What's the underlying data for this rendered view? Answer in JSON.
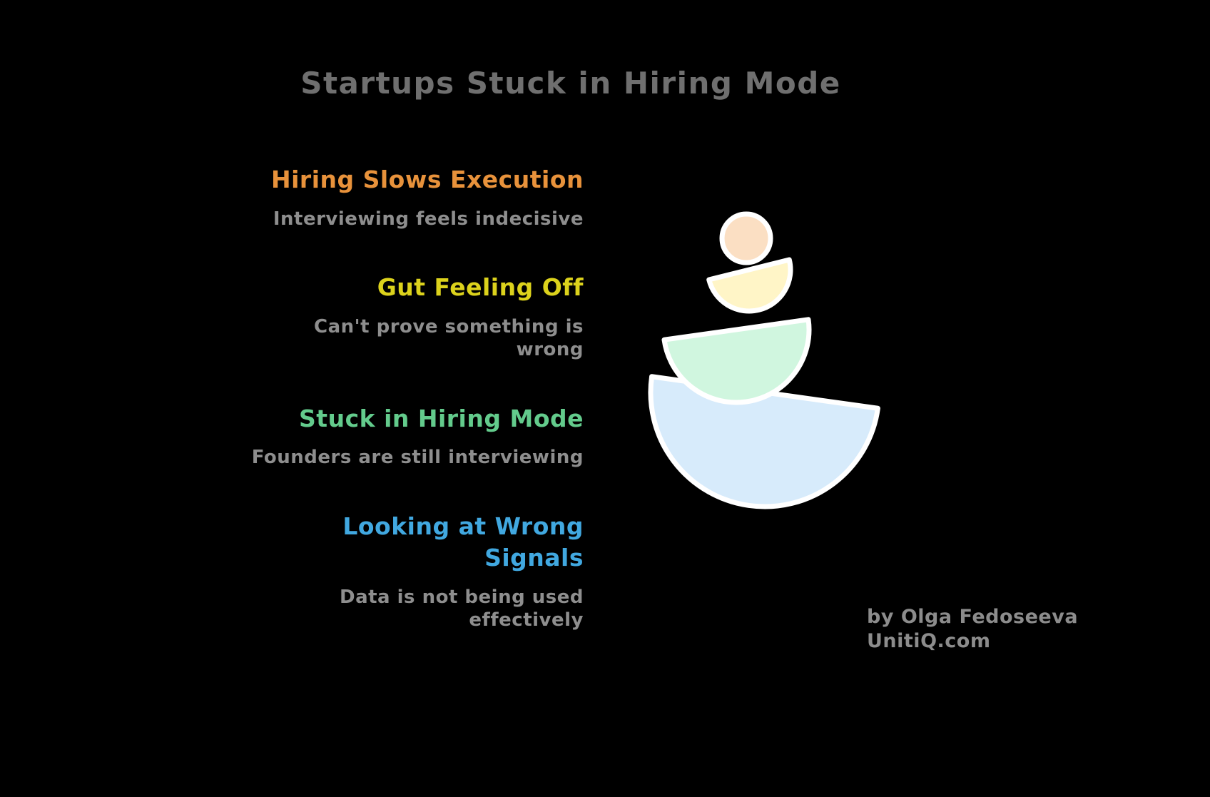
{
  "title": {
    "text": "Startups Stuck in Hiring Mode",
    "color": "#6F6F6F"
  },
  "palette": {
    "background": "#000000",
    "subtitle": "#8E8E8E",
    "outline": "#FFFFFF"
  },
  "sections": [
    {
      "heading": "Hiring Slows Execution",
      "subtitle": "Interviewing feels indecisive",
      "color": "#E8923B"
    },
    {
      "heading": "Gut Feeling Off",
      "subtitle": "Can't prove something is wrong",
      "color": "#DCD21C"
    },
    {
      "heading": "Stuck in Hiring Mode",
      "subtitle": "Founders are still interviewing",
      "color": "#63CB8C"
    },
    {
      "heading": "Looking at Wrong Signals",
      "subtitle": "Data is not being used effectively",
      "color": "#41A8E0"
    }
  ],
  "illustration": {
    "name": "balanced-stones",
    "circle_color": "#FBDFC3",
    "stone_colors": [
      "#FFF5C7",
      "#D0F6DF",
      "#D7EBFB"
    ],
    "outline_color": "#FFFFFF"
  },
  "attribution": {
    "line1": "by Olga Fedoseeva",
    "line2": "UnitiQ.com",
    "color": "#8C8C8C"
  }
}
